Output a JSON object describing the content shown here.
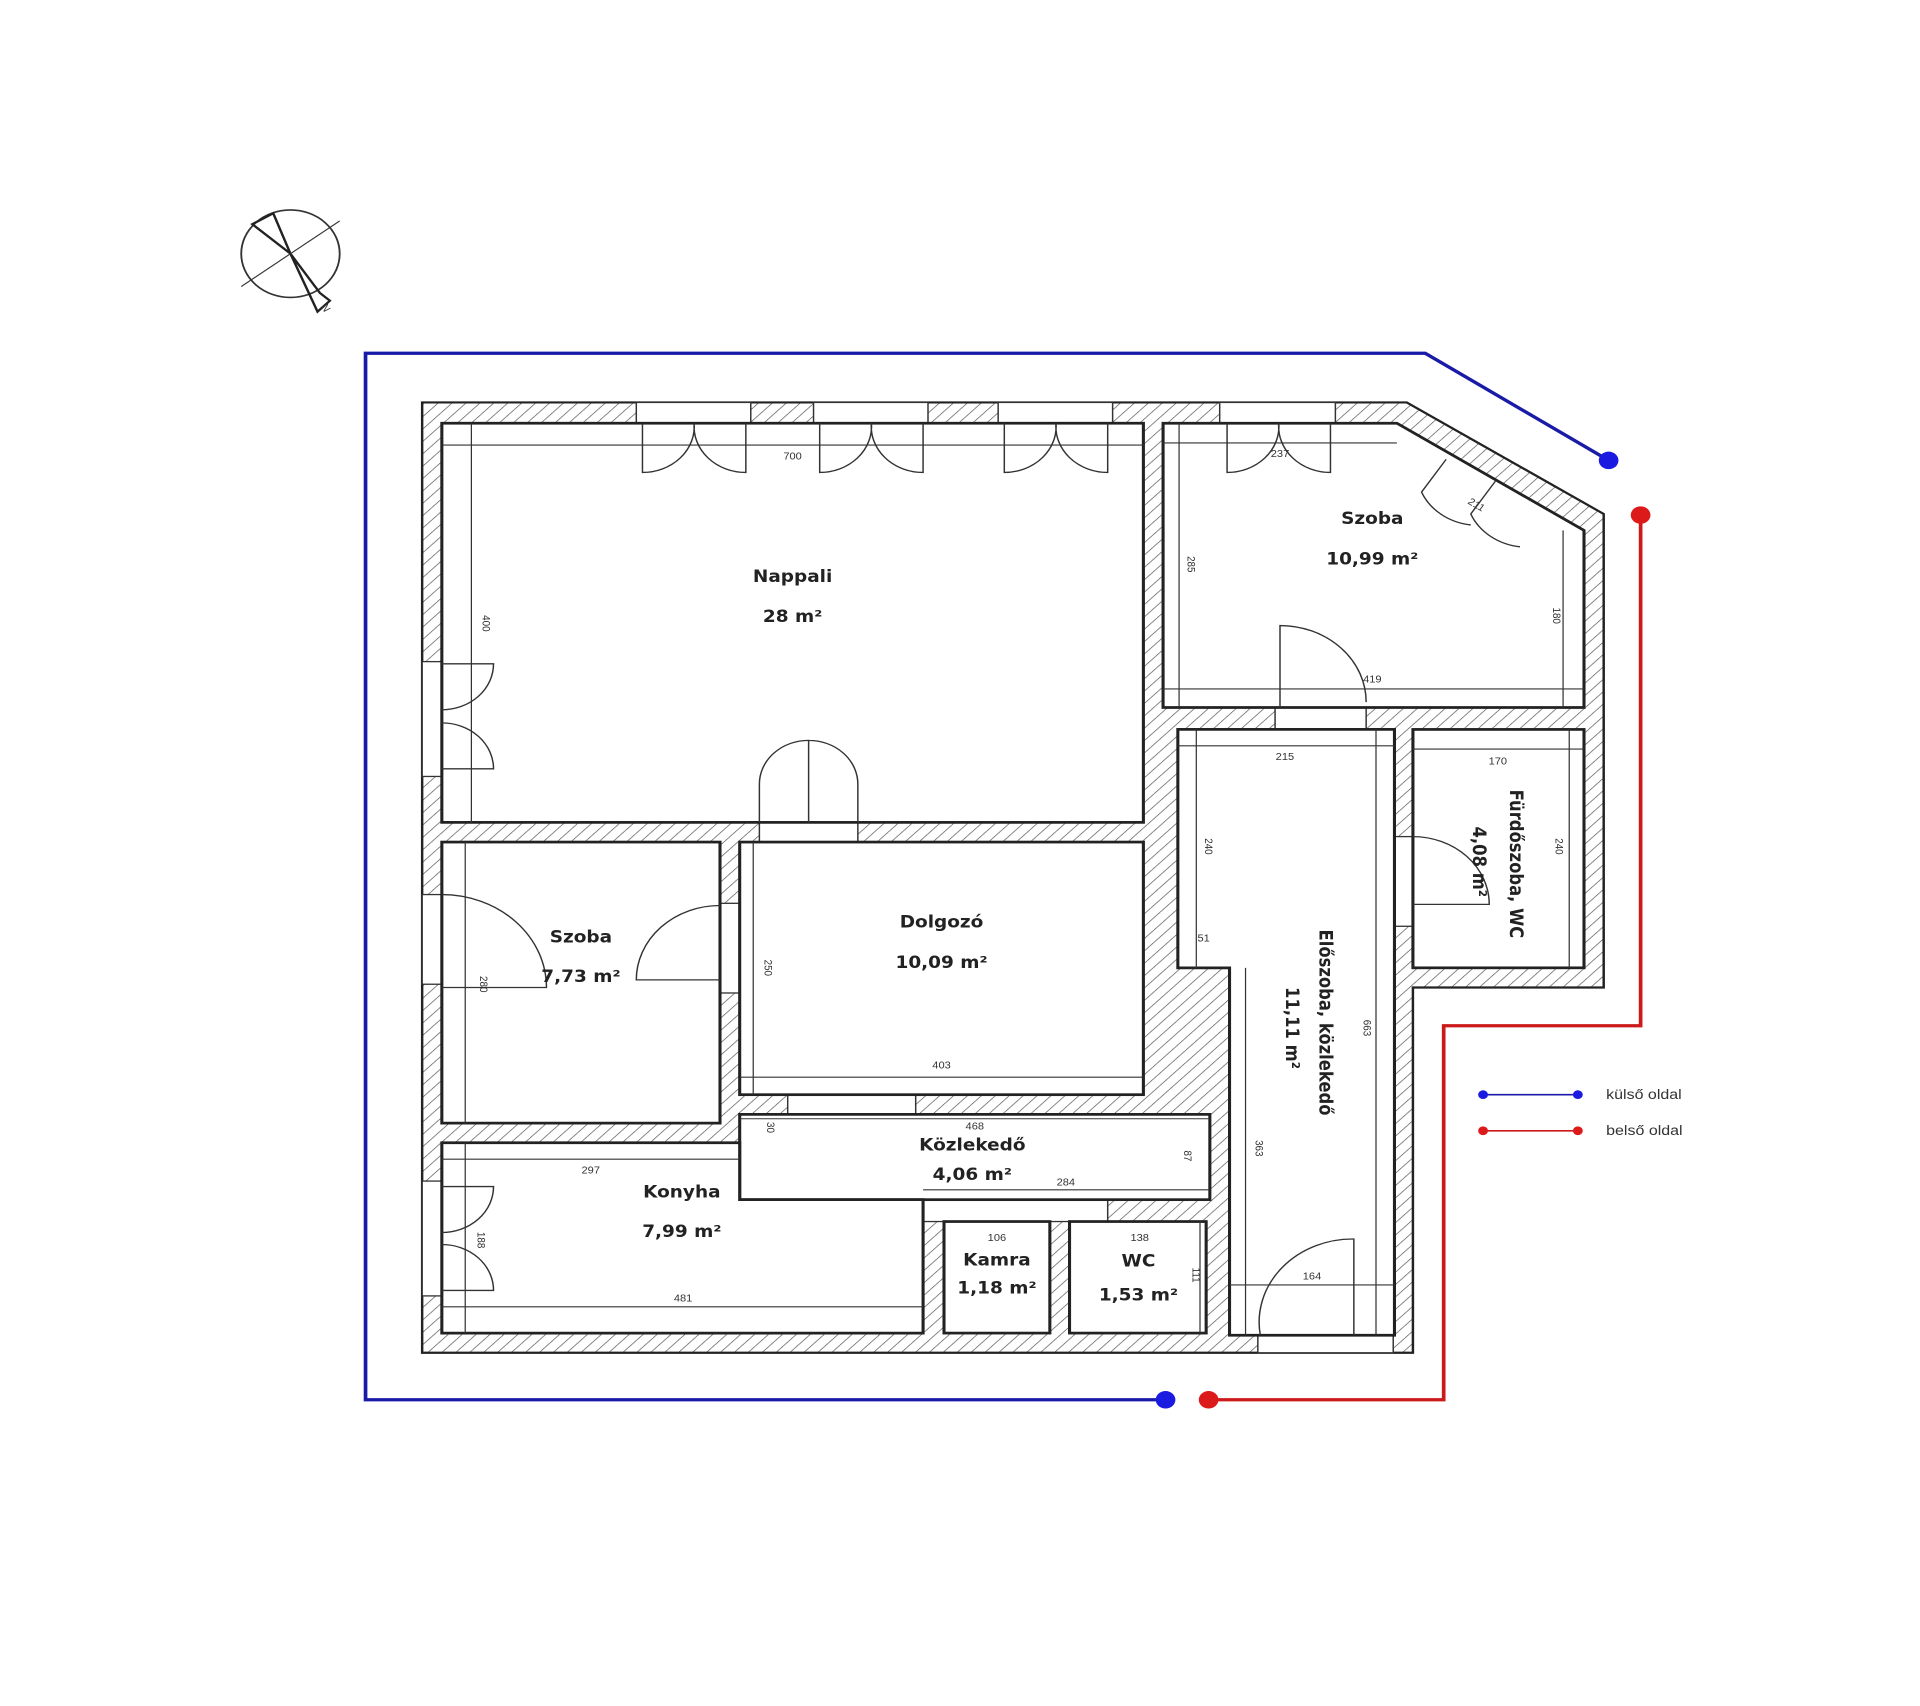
{
  "colors": {
    "outer": "#1a1aa8",
    "inner": "#cc1a1a",
    "wall": "#222222"
  },
  "compass": {
    "label": "N"
  },
  "rooms": {
    "nappali": {
      "name": "Nappali",
      "area": "28 m²"
    },
    "szoba_ne": {
      "name": "Szoba",
      "area": "10,99 m²"
    },
    "szoba_w": {
      "name": "Szoba",
      "area": "7,73 m²"
    },
    "dolgozo": {
      "name": "Dolgozó",
      "area": "10,09 m²"
    },
    "kozlekedo": {
      "name": "Közlekedő",
      "area": "4,06 m²"
    },
    "konyha": {
      "name": "Konyha",
      "area": "7,99 m²"
    },
    "kamra": {
      "name": "Kamra",
      "area": "1,18 m²"
    },
    "wc": {
      "name": "WC",
      "area": "1,53 m²"
    },
    "eloszoba": {
      "name": "Előszoba, közlekedő",
      "area": "11,11 m²"
    },
    "furdo": {
      "name": "Fürdőszoba, WC",
      "area": "4,08 m²"
    }
  },
  "dimensions": {
    "d700": "700",
    "d400": "400",
    "d237": "237",
    "d211": "211",
    "d285": "285",
    "d180": "180",
    "d419": "419",
    "d215": "215",
    "d170": "170",
    "d240a": "240",
    "d240b": "240",
    "d51": "51",
    "d663": "663",
    "d363": "363",
    "d164": "164",
    "d280": "280",
    "d250": "250",
    "d403": "403",
    "d468": "468",
    "d30": "30",
    "d87": "87",
    "d297": "297",
    "d284": "284",
    "d188": "188",
    "d481": "481",
    "d106": "106",
    "d138": "138",
    "d111": "111"
  },
  "legend": {
    "outer": "külső oldal",
    "inner": "belső oldal"
  }
}
